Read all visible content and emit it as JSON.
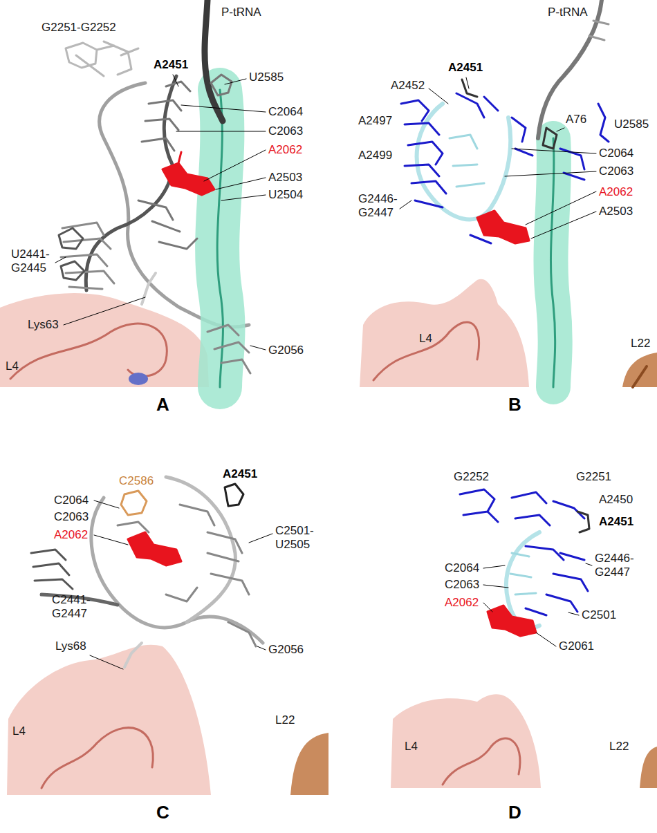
{
  "diagram": {
    "labels": [
      "P-tRNA",
      "G2251-G2252",
      "A2451",
      "U2585",
      "C2064",
      "C2063",
      "A2062",
      "A2503",
      "U2504",
      "U2441- G2445",
      "Lys63",
      "G2056",
      "L4",
      "A",
      "P-tRNA",
      "A2451",
      "A2452",
      "A2497",
      "A76",
      "U2585",
      "C2064",
      "A2499",
      "C2063",
      "A2062",
      "A2503",
      "G2446- G2447",
      "L4",
      "L22",
      "B",
      "A2451",
      "C2586",
      "C2064",
      "C2063",
      "A2062",
      "C2501- U2505",
      "C2441- G2447",
      "Lys68",
      "G2056",
      "L4",
      "L22",
      "C",
      "G2252",
      "G2251",
      "A2450",
      "A2451",
      "C2064",
      "G2446- G2447",
      "C2063",
      "A2062",
      "C2501",
      "G2061",
      "L4",
      "L22",
      "D"
    ]
  }
}
